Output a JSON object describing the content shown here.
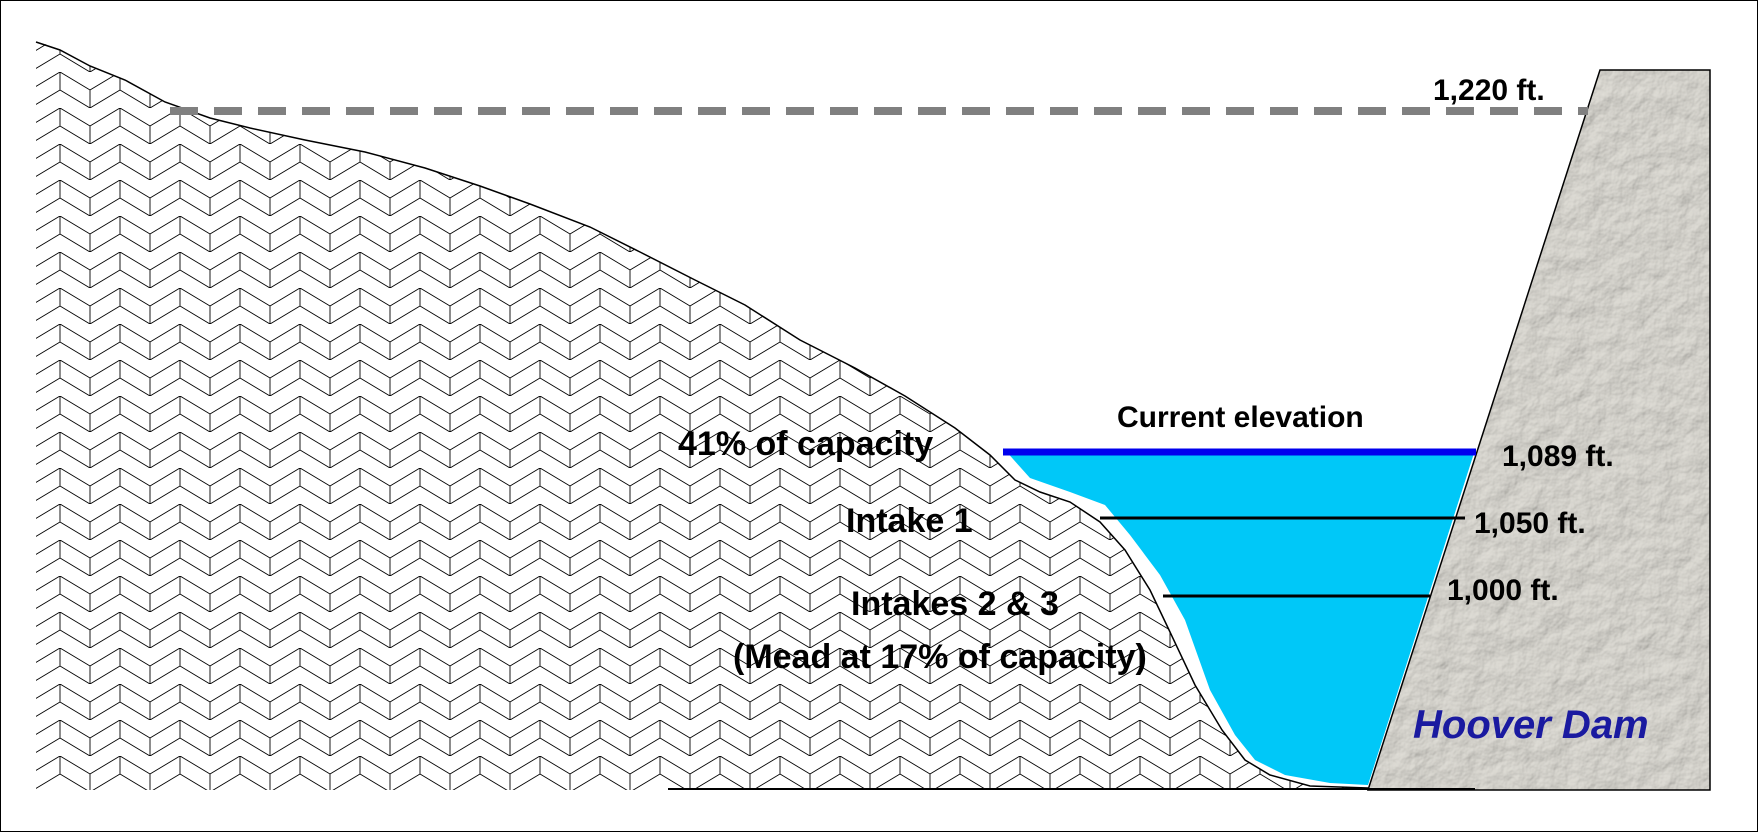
{
  "elevations": {
    "full_pool": "1,220 ft.",
    "current": "1,089 ft.",
    "intake_1": "1,050 ft.",
    "intakes_2_3": "1,000 ft."
  },
  "labels": {
    "current_elevation": "Current elevation",
    "current_capacity": "41% of capacity",
    "intake_1": "Intake 1",
    "intakes_2_3_line1": "Intakes 2 & 3",
    "intakes_2_3_line2": "(Mead at 17% of capacity)",
    "dam_name": "Hoover Dam"
  },
  "colors": {
    "water": "#00c8f8",
    "current_level_line": "#0000ee",
    "full_pool_line": "#808080",
    "dam_concrete": "#c9c7c0",
    "dam_label": "#1a1aa0",
    "canyon_pattern": "#000000"
  }
}
